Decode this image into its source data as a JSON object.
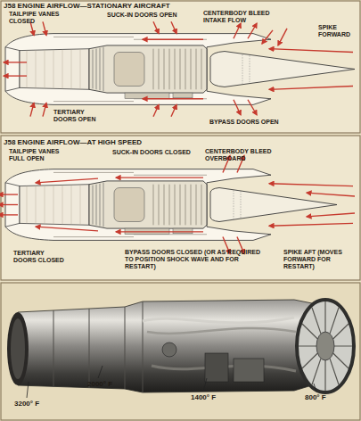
{
  "diagram": {
    "labels": [
      "J58 ENGINE AIRFLOW—STATIONARY AIRCRAFT",
      "TAILPIPE VANES CLOSED",
      "SUCK-IN DOORS OPEN",
      "CENTERBODY BLEED INTAKE FLOW",
      "SPIKE FORWARD",
      "TERTIARY DOORS OPEN",
      "BYPASS DOORS OPEN",
      "J58 ENGINE AIRFLOW—AT HIGH SPEED",
      "TAILPIPE VANES FULL OPEN",
      "SUCK-IN DOORS CLOSED",
      "CENTERBODY BLEED OVERBOARD",
      "TERTIARY DOORS CLOSED",
      "BYPASS DOORS CLOSED (OR AS REQUIRED TO POSITION SHOCK WAVE AND FOR RESTART)",
      "SPIKE AFT (MOVES FORWARD FOR RESTART)",
      "3200° F",
      "2000° F",
      "1400° F",
      "800° F"
    ]
  }
}
